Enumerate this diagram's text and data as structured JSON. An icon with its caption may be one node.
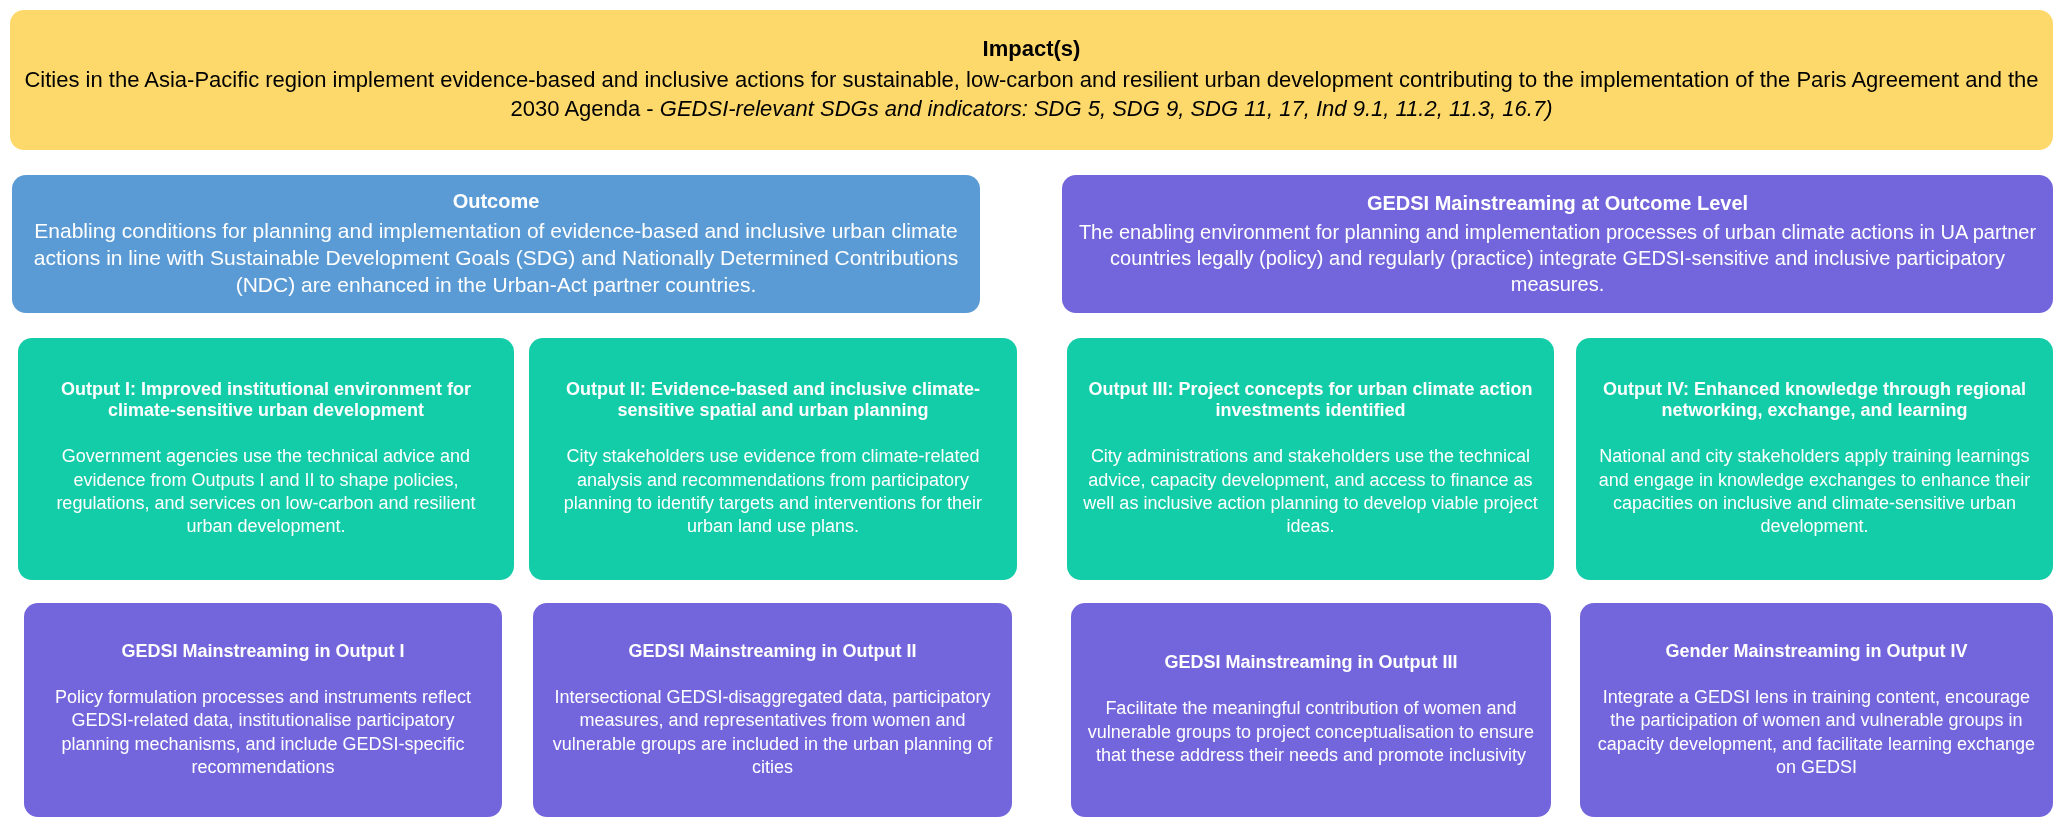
{
  "diagram": {
    "nodes": [
      {
        "text": [
          "Impact(s)",
          "Cities in the Asia-Pacific region implement evidence-based and inclusive actions for sustainable, low-carbon and resilient urban development contributing to the implementation of the Paris Agreement and the 2030 Agenda - *GEDSI-relevant SDGs and indicators: SDG 5, SDG 9, SDG 11, 17, Ind 9.1, 11.2, 11.3, 16.7)*"
        ]
      },
      {
        "text": [
          "Outcome",
          "Enabling conditions for planning and implementation of evidence-based and inclusive urban climate actions in line with Sustainable Development Goals (SDG) and Nationally Determined Contributions (NDC) are enhanced in the Urban-Act partner countries."
        ]
      },
      {
        "text": [
          "GEDSI Mainstreaming at Outcome Level",
          "The enabling environment for planning and implementation processes of urban climate actions in UA partner countries legally (policy) and regularly (practice) integrate GEDSI-sensitive and inclusive participatory measures."
        ]
      },
      {
        "text": [
          "Output I: Improved institutional environment for climate-sensitive urban development",
          "Government agencies use the technical advice and evidence from Outputs I and II to shape policies, regulations, and services on low-carbon and resilient urban development."
        ]
      },
      {
        "text": [
          "Output II: Evidence-based and inclusive climate-sensitive spatial and urban planning",
          "City stakeholders use evidence from climate-related analysis and recommendations from participatory planning to identify targets and interventions for their urban land use plans."
        ]
      },
      {
        "text": [
          "Output III: Project concepts for urban climate action investments identified",
          "City administrations and stakeholders use the technical advice, capacity development, and access to finance as well as inclusive action planning to develop viable project ideas."
        ]
      },
      {
        "text": [
          "Output IV: Enhanced knowledge through regional networking, exchange, and learning",
          "National and city stakeholders apply training learnings and engage in knowledge exchanges to enhance their capacities on inclusive and climate-sensitive urban development."
        ]
      },
      {
        "text": [
          "GEDSI Mainstreaming in Output I",
          "Policy formulation processes and instruments reflect GEDSI-related data, institutionalise participatory planning mechanisms, and include GEDSI-specific recommendations"
        ]
      },
      {
        "text": [
          "GEDSI Mainstreaming in Output II",
          "Intersectional GEDSI-disaggregated data, participatory measures, and representatives from women and vulnerable groups are included in the urban planning of cities"
        ]
      },
      {
        "text": [
          "GEDSI Mainstreaming in Output III",
          "Facilitate the meaningful contribution of women and vulnerable groups to project conceptualisation to ensure that these address their needs and promote inclusivity"
        ]
      },
      {
        "text": [
          "Gender Mainstreaming in Output IV",
          "Integrate a GEDSI lens in training content, encourage the participation of women and vulnerable groups in capacity development, and facilitate learning exchange on GEDSI"
        ]
      }
    ],
    "edges": []
  }
}
